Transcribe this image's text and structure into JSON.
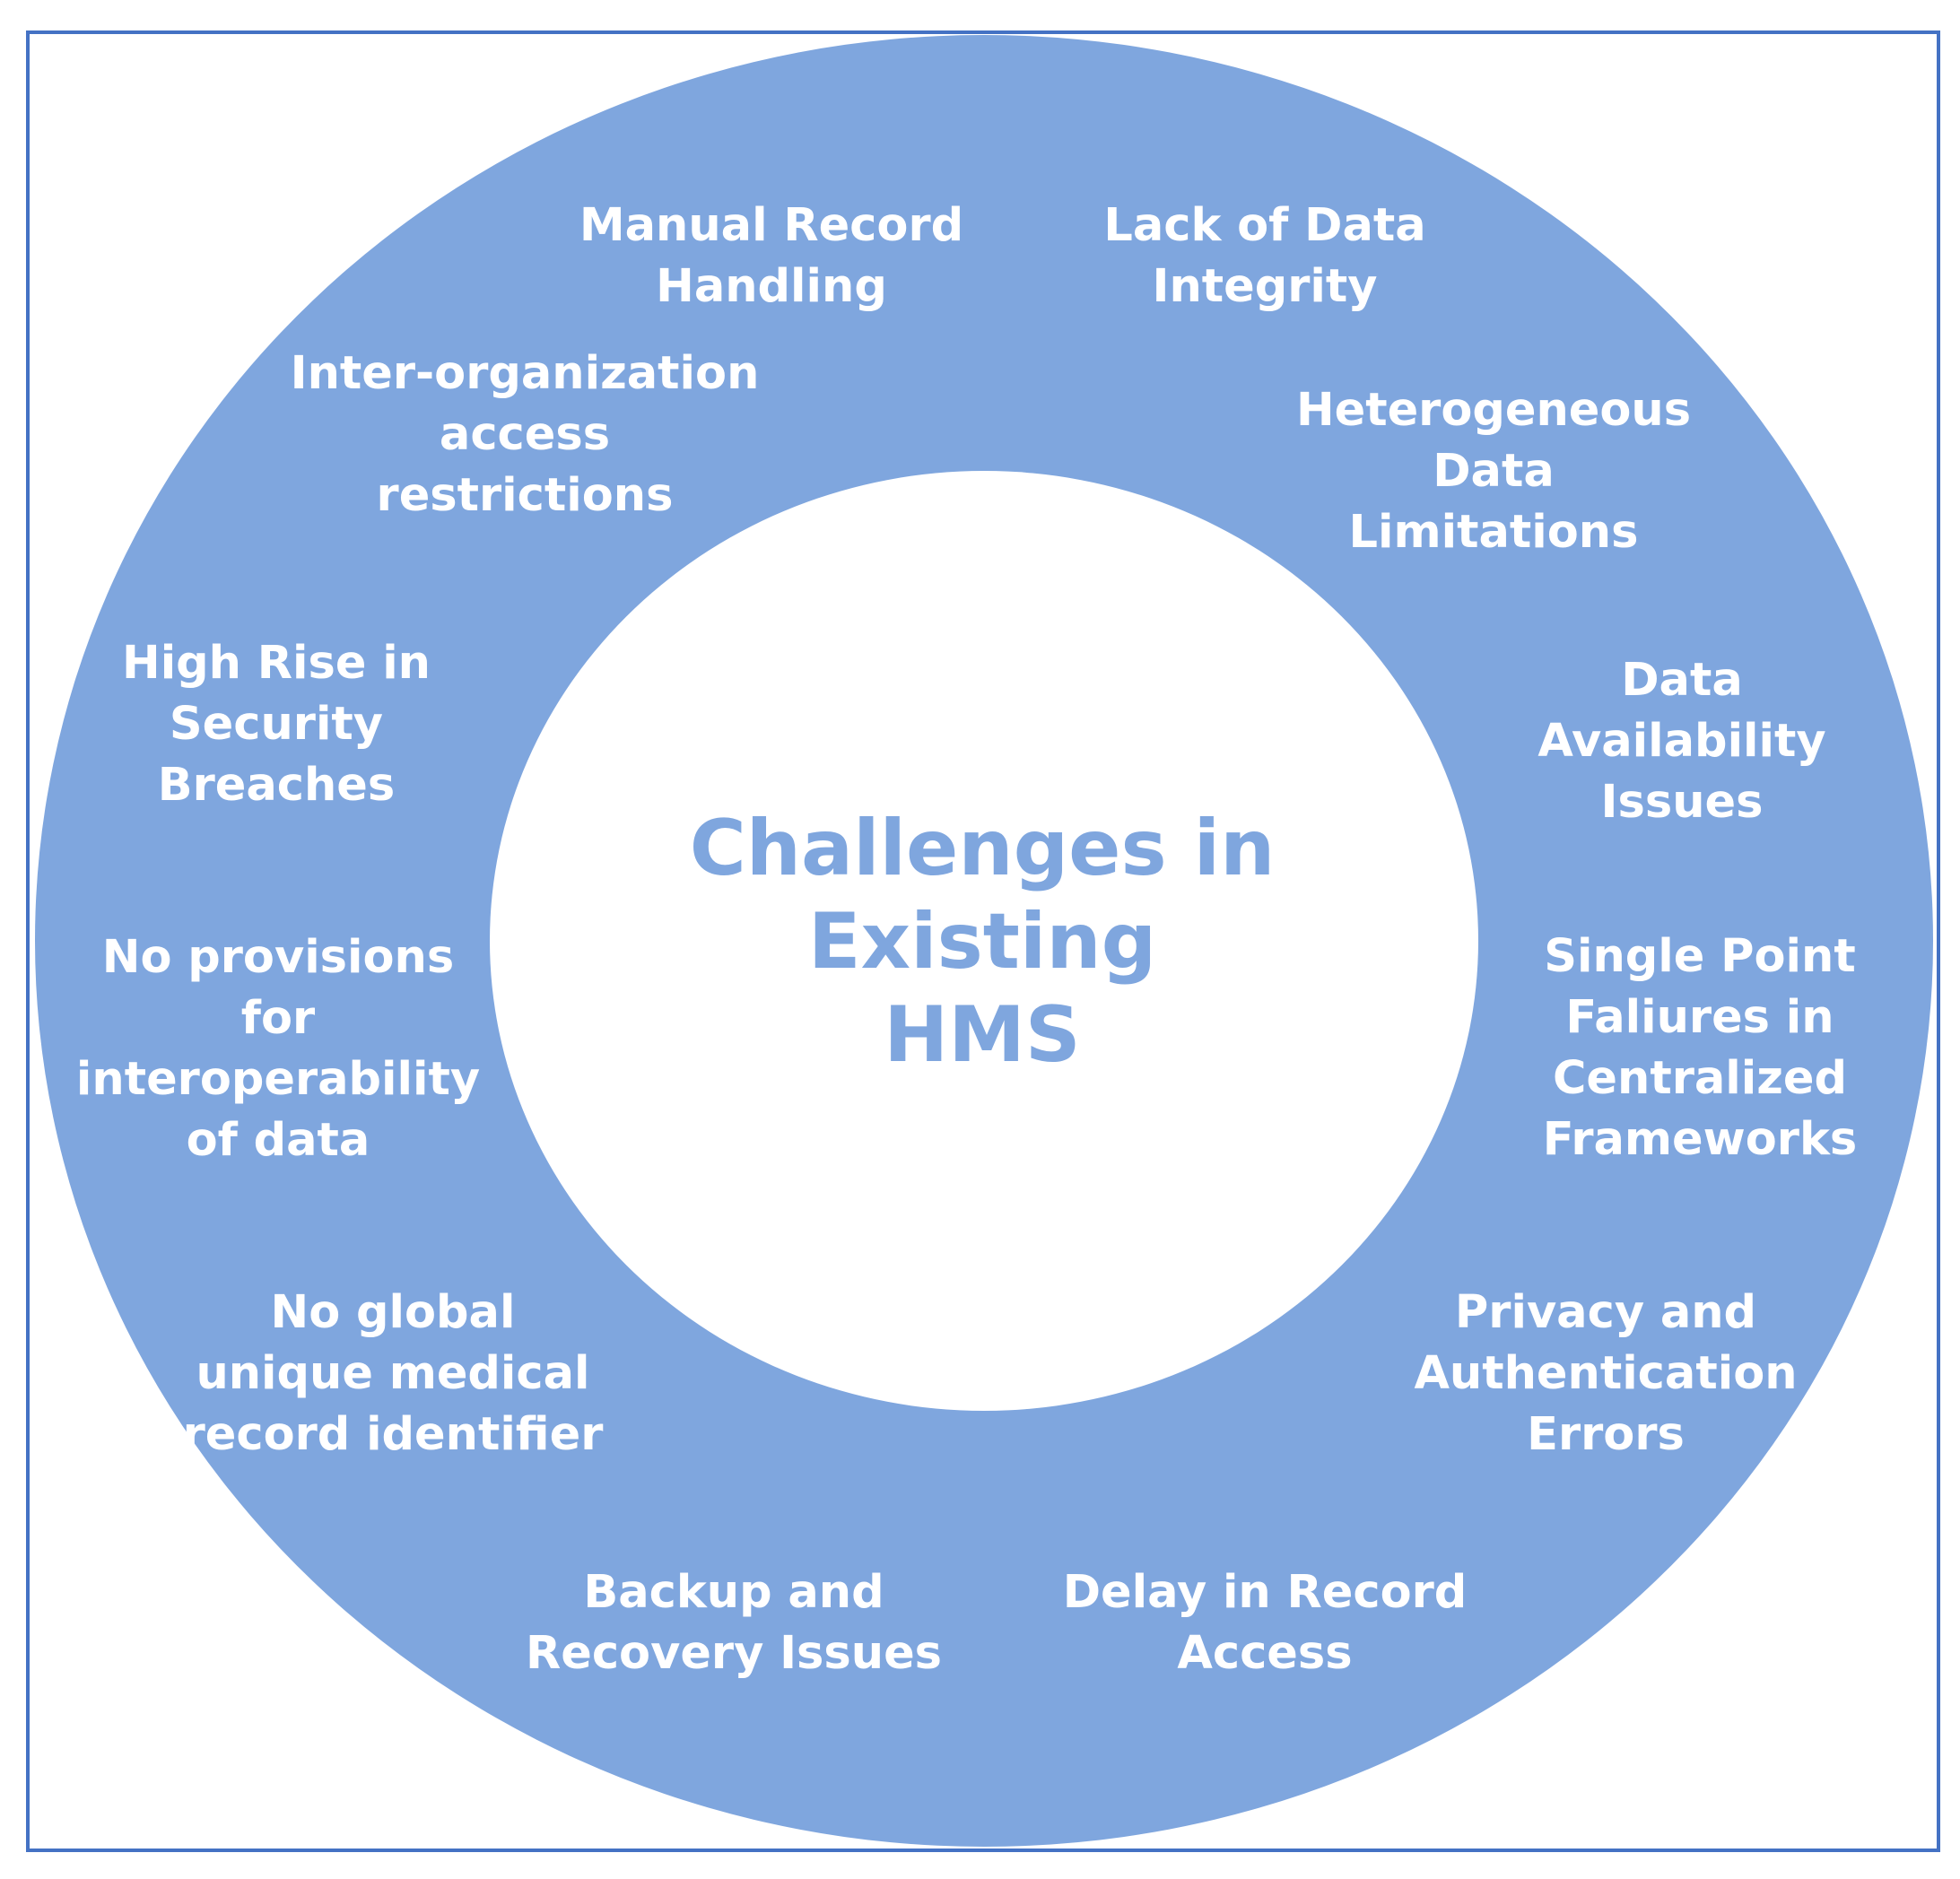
{
  "diagram": {
    "center_title": "Challenges in\nExisting\nHMS",
    "challenges": {
      "manual_record": "Manual Record\nHandling",
      "data_integrity": "Lack of Data\nIntegrity",
      "inter_org": "Inter-organization\naccess\nrestrictions",
      "heterogeneous": "Heterogeneous\nData\nLimitations",
      "security_breaches": "High Rise in\nSecurity\nBreaches",
      "data_availability": "Data Availability\nIssues",
      "interoperability": "No provisions\nfor\ninteroperability\nof data",
      "single_point": "Single Point\nFaliures in\nCentralized\nFrameworks",
      "unique_identifier": "No global\nunique medical\nrecord identifier",
      "privacy_auth": "Privacy and\nAuthentication\nErrors",
      "backup_recovery": "Backup and\nRecovery Issues",
      "record_access_delay": "Delay in Record\nAccess"
    }
  },
  "colors": {
    "ring": "#7fa6de",
    "frame": "#4472c4",
    "label_text": "#ffffff",
    "center_text": "#7fa6de"
  }
}
